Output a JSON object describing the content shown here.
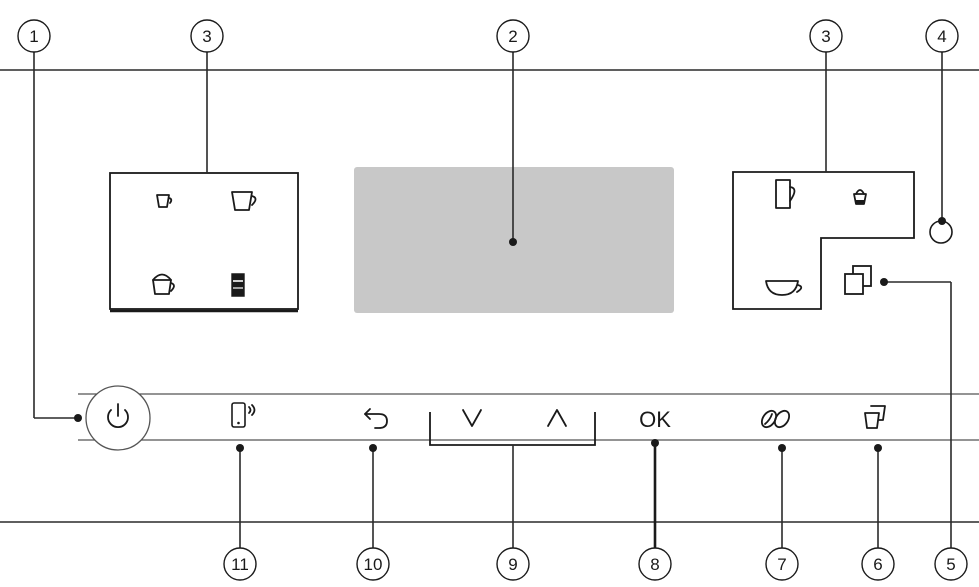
{
  "callouts": [
    "1",
    "2",
    "3",
    "4",
    "5",
    "6",
    "7",
    "8",
    "9",
    "10",
    "11"
  ],
  "buttons": {
    "power": "power-icon",
    "remote": "phone-signal-icon",
    "back": "back-arrow-icon",
    "down": "chevron-down-icon",
    "up": "chevron-up-icon",
    "ok": "OK",
    "beans": "coffee-beans-icon",
    "cups": "double-cup-icon"
  },
  "left_panel_icons": [
    "espresso-cup-icon",
    "coffee-cup-icon",
    "cappuccino-icon",
    "latte-glass-icon"
  ],
  "right_panel_icons": [
    "mug-icon",
    "latte-macchiato-icon",
    "wide-cup-icon"
  ],
  "display_color": "#c8c8c8"
}
